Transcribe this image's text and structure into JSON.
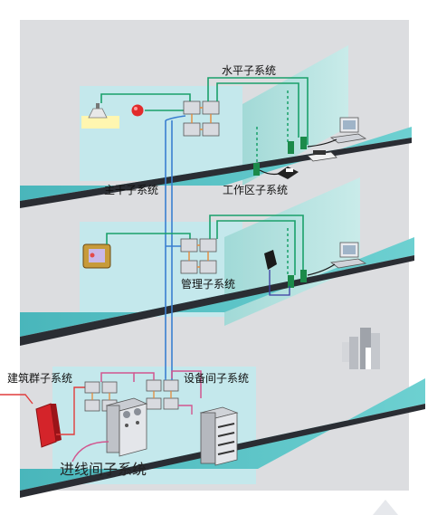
{
  "labels": {
    "horizontal": "水平子系统",
    "backbone": "主干子系统",
    "work_area": "工作区子系统",
    "management": "管理子系统",
    "building_complex": "建筑群子系统",
    "equipment_room": "设备间子系统",
    "entrance": "进线间子系统"
  },
  "colors": {
    "wall": "#dcdde0",
    "room": "#c4e8ec",
    "glass": "#9fd8d6",
    "floor_top": "#5bc3c6",
    "floor_edge": "#2a2d33",
    "cable_green": "#1aa06a",
    "cable_blue": "#3a7fd0",
    "cable_red": "#e13c3c",
    "cable_pink": "#d2568f",
    "cable_orange": "#e58a3a"
  },
  "icons": [
    "ceiling-lamp-icon",
    "alarm-bell-icon",
    "patch-panel-icon",
    "computer-icon",
    "telephone-icon",
    "fax-icon",
    "fire-panel-icon",
    "server-cabinet-icon",
    "rack-icon",
    "lightning-arrester-icon",
    "building-icon"
  ]
}
